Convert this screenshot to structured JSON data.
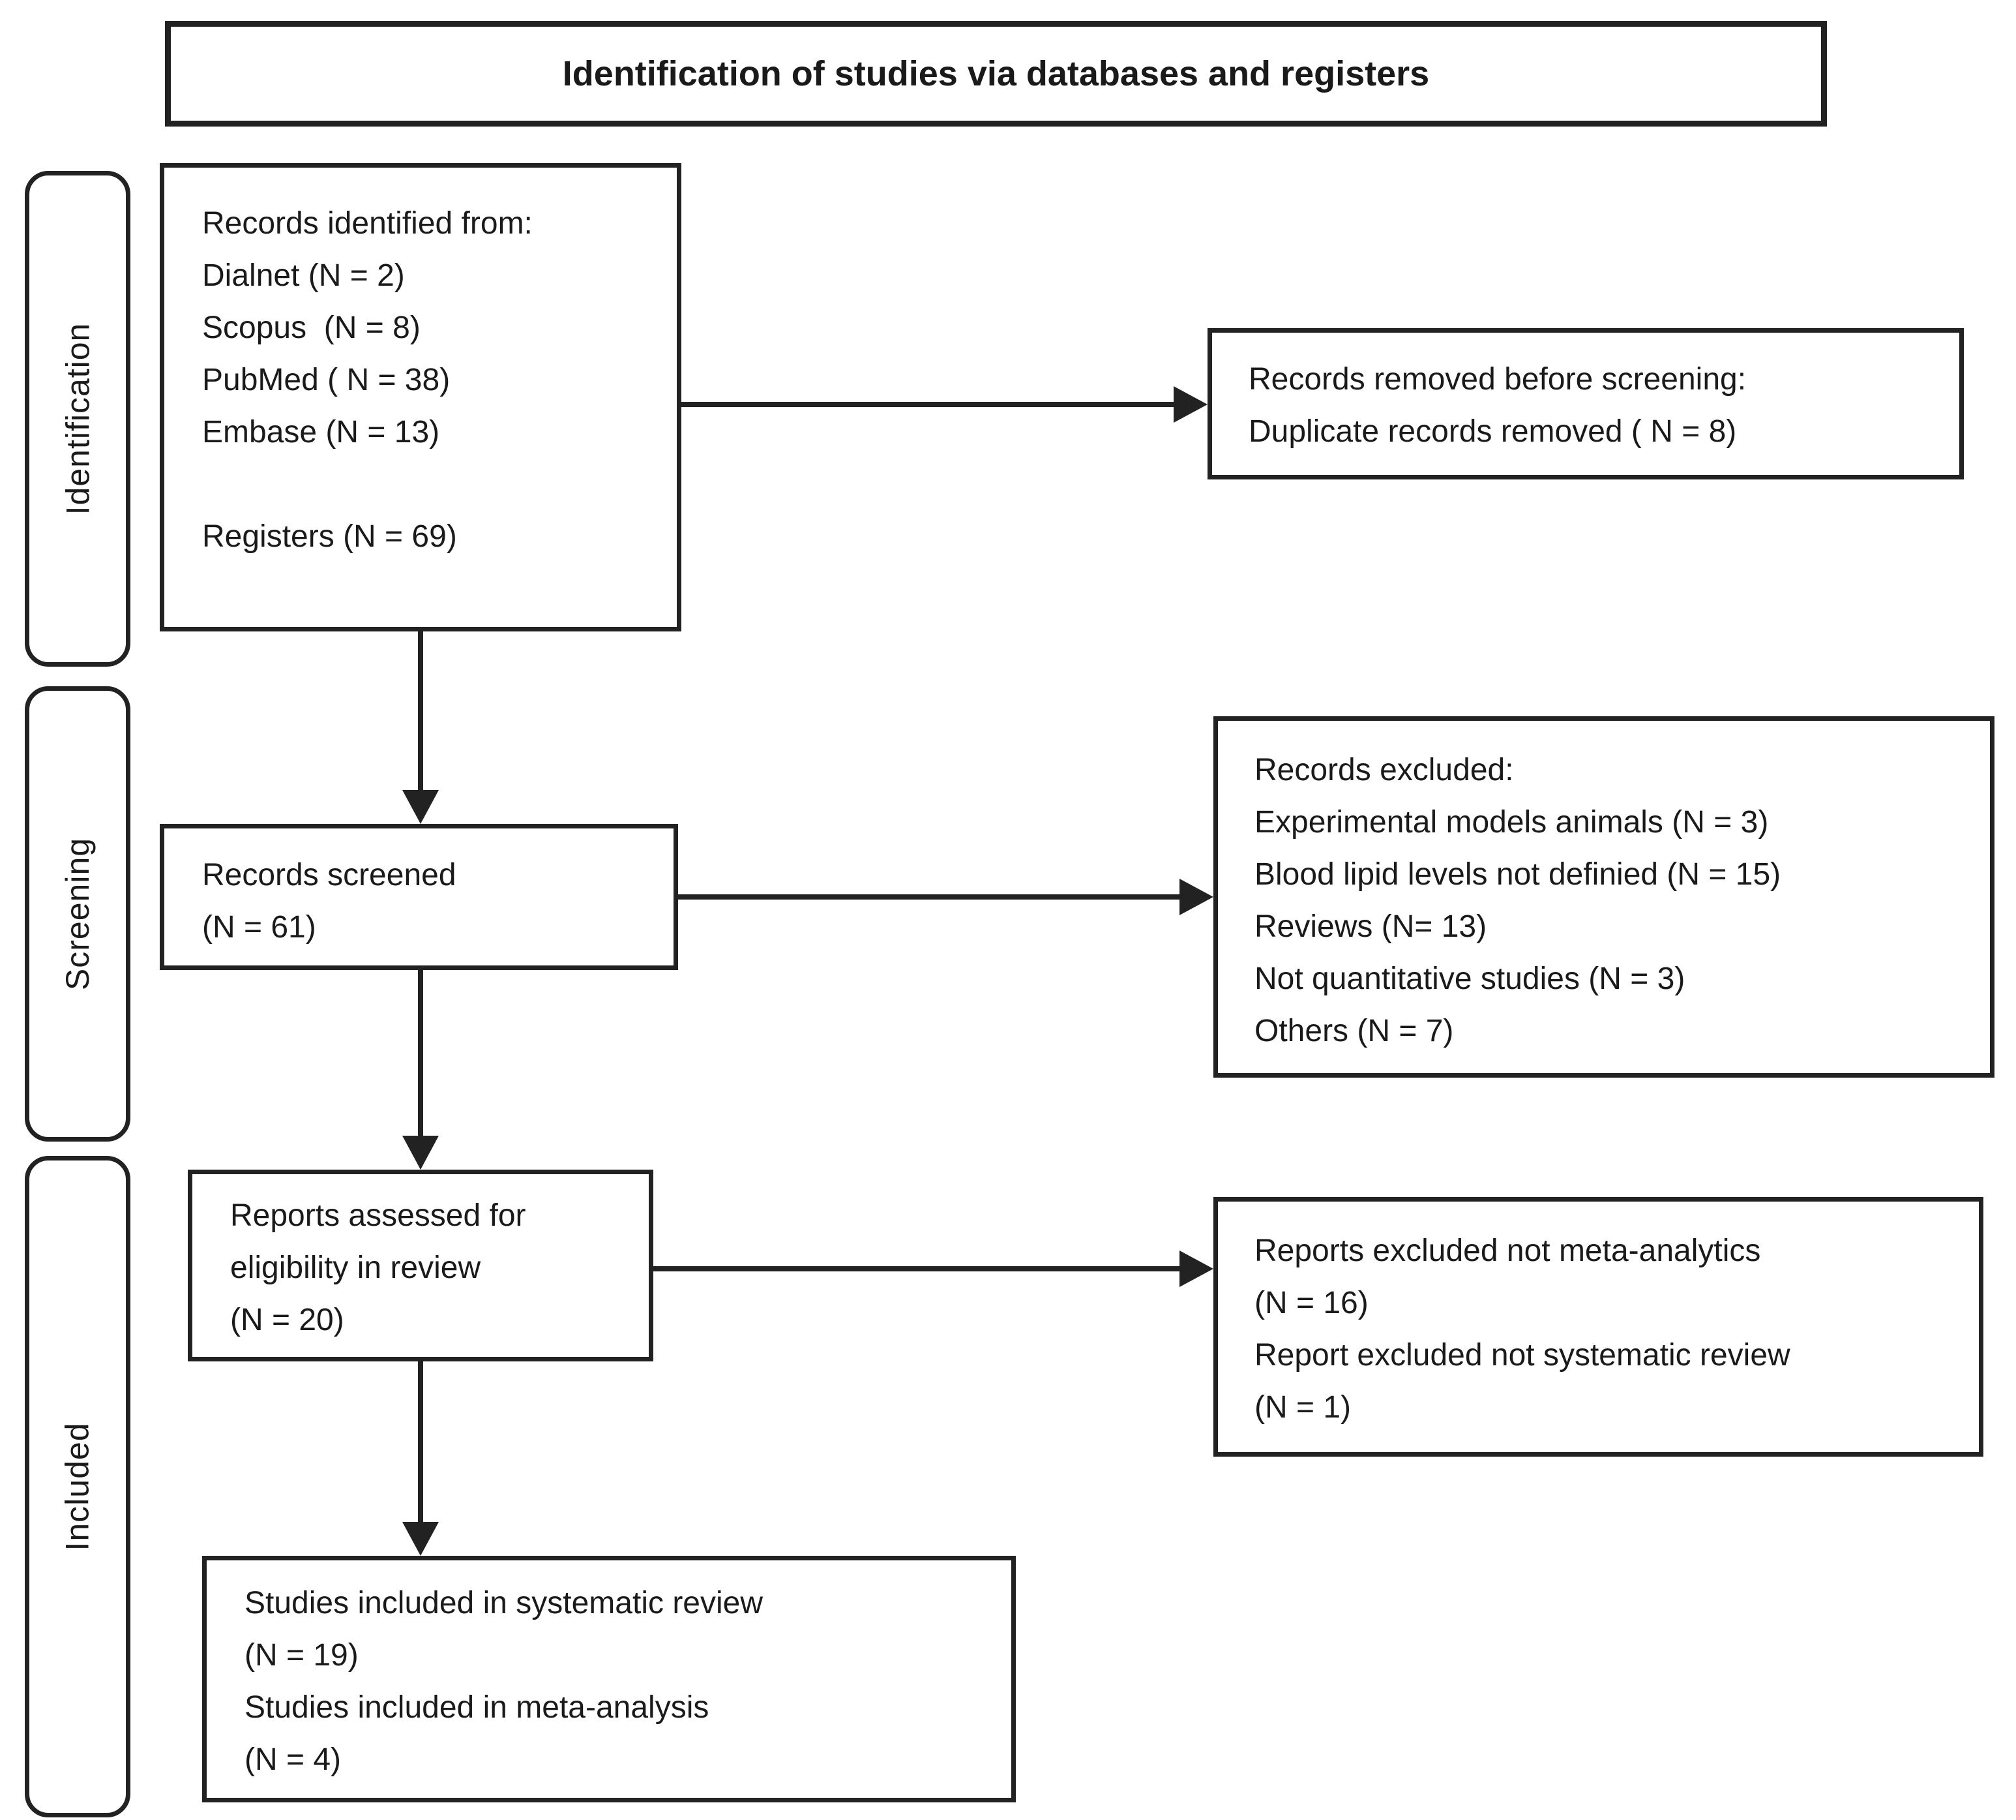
{
  "title": "Identification of studies via databases and registers",
  "colors": {
    "ink": "#1a1a1a",
    "border": "#222222",
    "background": "#ffffff"
  },
  "sidebar": {
    "stages": [
      {
        "label": "Identification"
      },
      {
        "label": "Screening"
      },
      {
        "label": "Included"
      }
    ]
  },
  "flow": {
    "records_identified": {
      "lines": [
        "Records identified from:",
        "Dialnet (N = 2)",
        "Scopus  (N = 8)",
        "PubMed ( N = 38)",
        "Embase (N = 13)",
        "",
        "Registers (N = 69)"
      ]
    },
    "records_removed": {
      "lines": [
        "Records removed before screening:",
        "Duplicate records removed ( N = 8)"
      ]
    },
    "records_screened": {
      "lines": [
        "Records screened",
        "(N = 61)"
      ]
    },
    "records_excluded": {
      "lines": [
        "Records excluded:",
        "Experimental models animals (N = 3)",
        "Blood lipid levels not definied (N = 15)",
        "Reviews (N= 13)",
        "Not quantitative studies (N = 3)",
        "Others (N = 7)"
      ]
    },
    "reports_assessed": {
      "lines": [
        "Reports assessed for",
        "eligibility in review",
        "(N = 20)"
      ]
    },
    "reports_excluded": {
      "lines": [
        "Reports excluded not meta-analytics",
        "(N = 16)",
        "Report excluded not systematic review",
        "(N = 1)"
      ]
    },
    "studies_included": {
      "lines": [
        "Studies included in systematic review",
        "(N = 19)",
        "Studies included in meta-analysis",
        "(N = 4)"
      ]
    }
  }
}
